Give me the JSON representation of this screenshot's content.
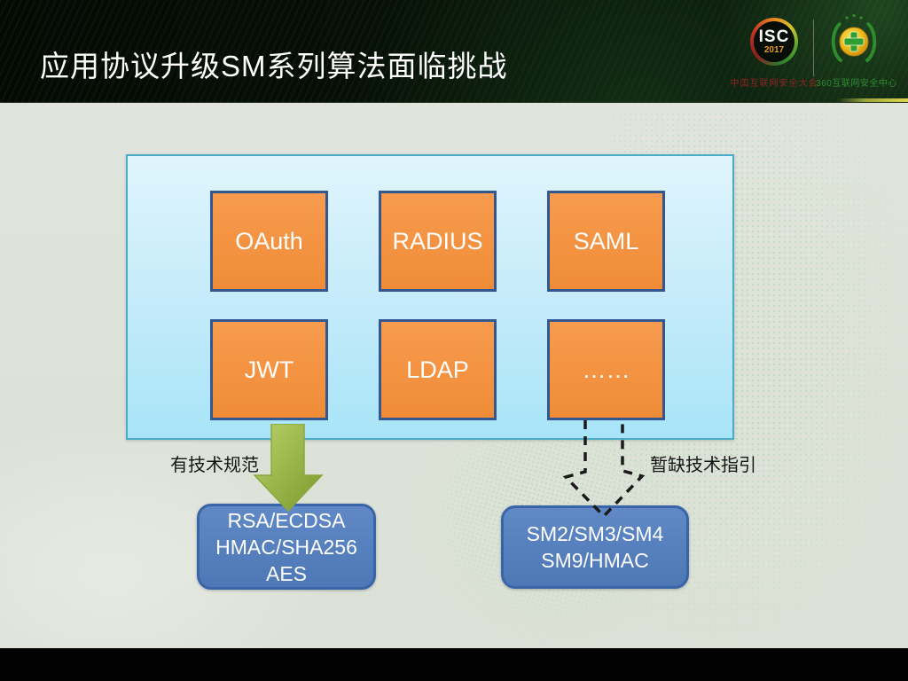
{
  "header": {
    "title": "应用协议升级SM系列算法面临挑战",
    "isc": {
      "abbr": "ISC",
      "year": "2017",
      "caption": "中国互联网安全大会"
    },
    "sec360": {
      "caption": "360互联网安全中心"
    }
  },
  "diagram": {
    "panel_boxes": [
      {
        "label": "OAuth"
      },
      {
        "label": "RADIUS"
      },
      {
        "label": "SAML"
      },
      {
        "label": "JWT"
      },
      {
        "label": "LDAP"
      },
      {
        "label": "……"
      }
    ],
    "solid_arrow_label": "有技术规范",
    "dashed_arrow_label": "暂缺技术指引",
    "standards_box": {
      "lines": [
        "RSA/ECDSA",
        "HMAC/SHA256",
        "AES"
      ]
    },
    "sm_box": {
      "lines": [
        "SM2/SM3/SM4",
        "SM9/HMAC"
      ]
    }
  },
  "colors": {
    "panel_border": "#4bacc6",
    "panel_fill_top": "#e0f5fd",
    "panel_fill_bottom": "#a8e4f8",
    "protocol_fill": "#f2914a",
    "protocol_border": "#33578e",
    "result_fill": "#567fbe",
    "result_border": "#3a64a8",
    "solid_arrow_green": "#8fae3e",
    "dashed_arrow_black": "#1a1a1a",
    "header_bg": "#081008",
    "footer_bg": "#020202"
  }
}
